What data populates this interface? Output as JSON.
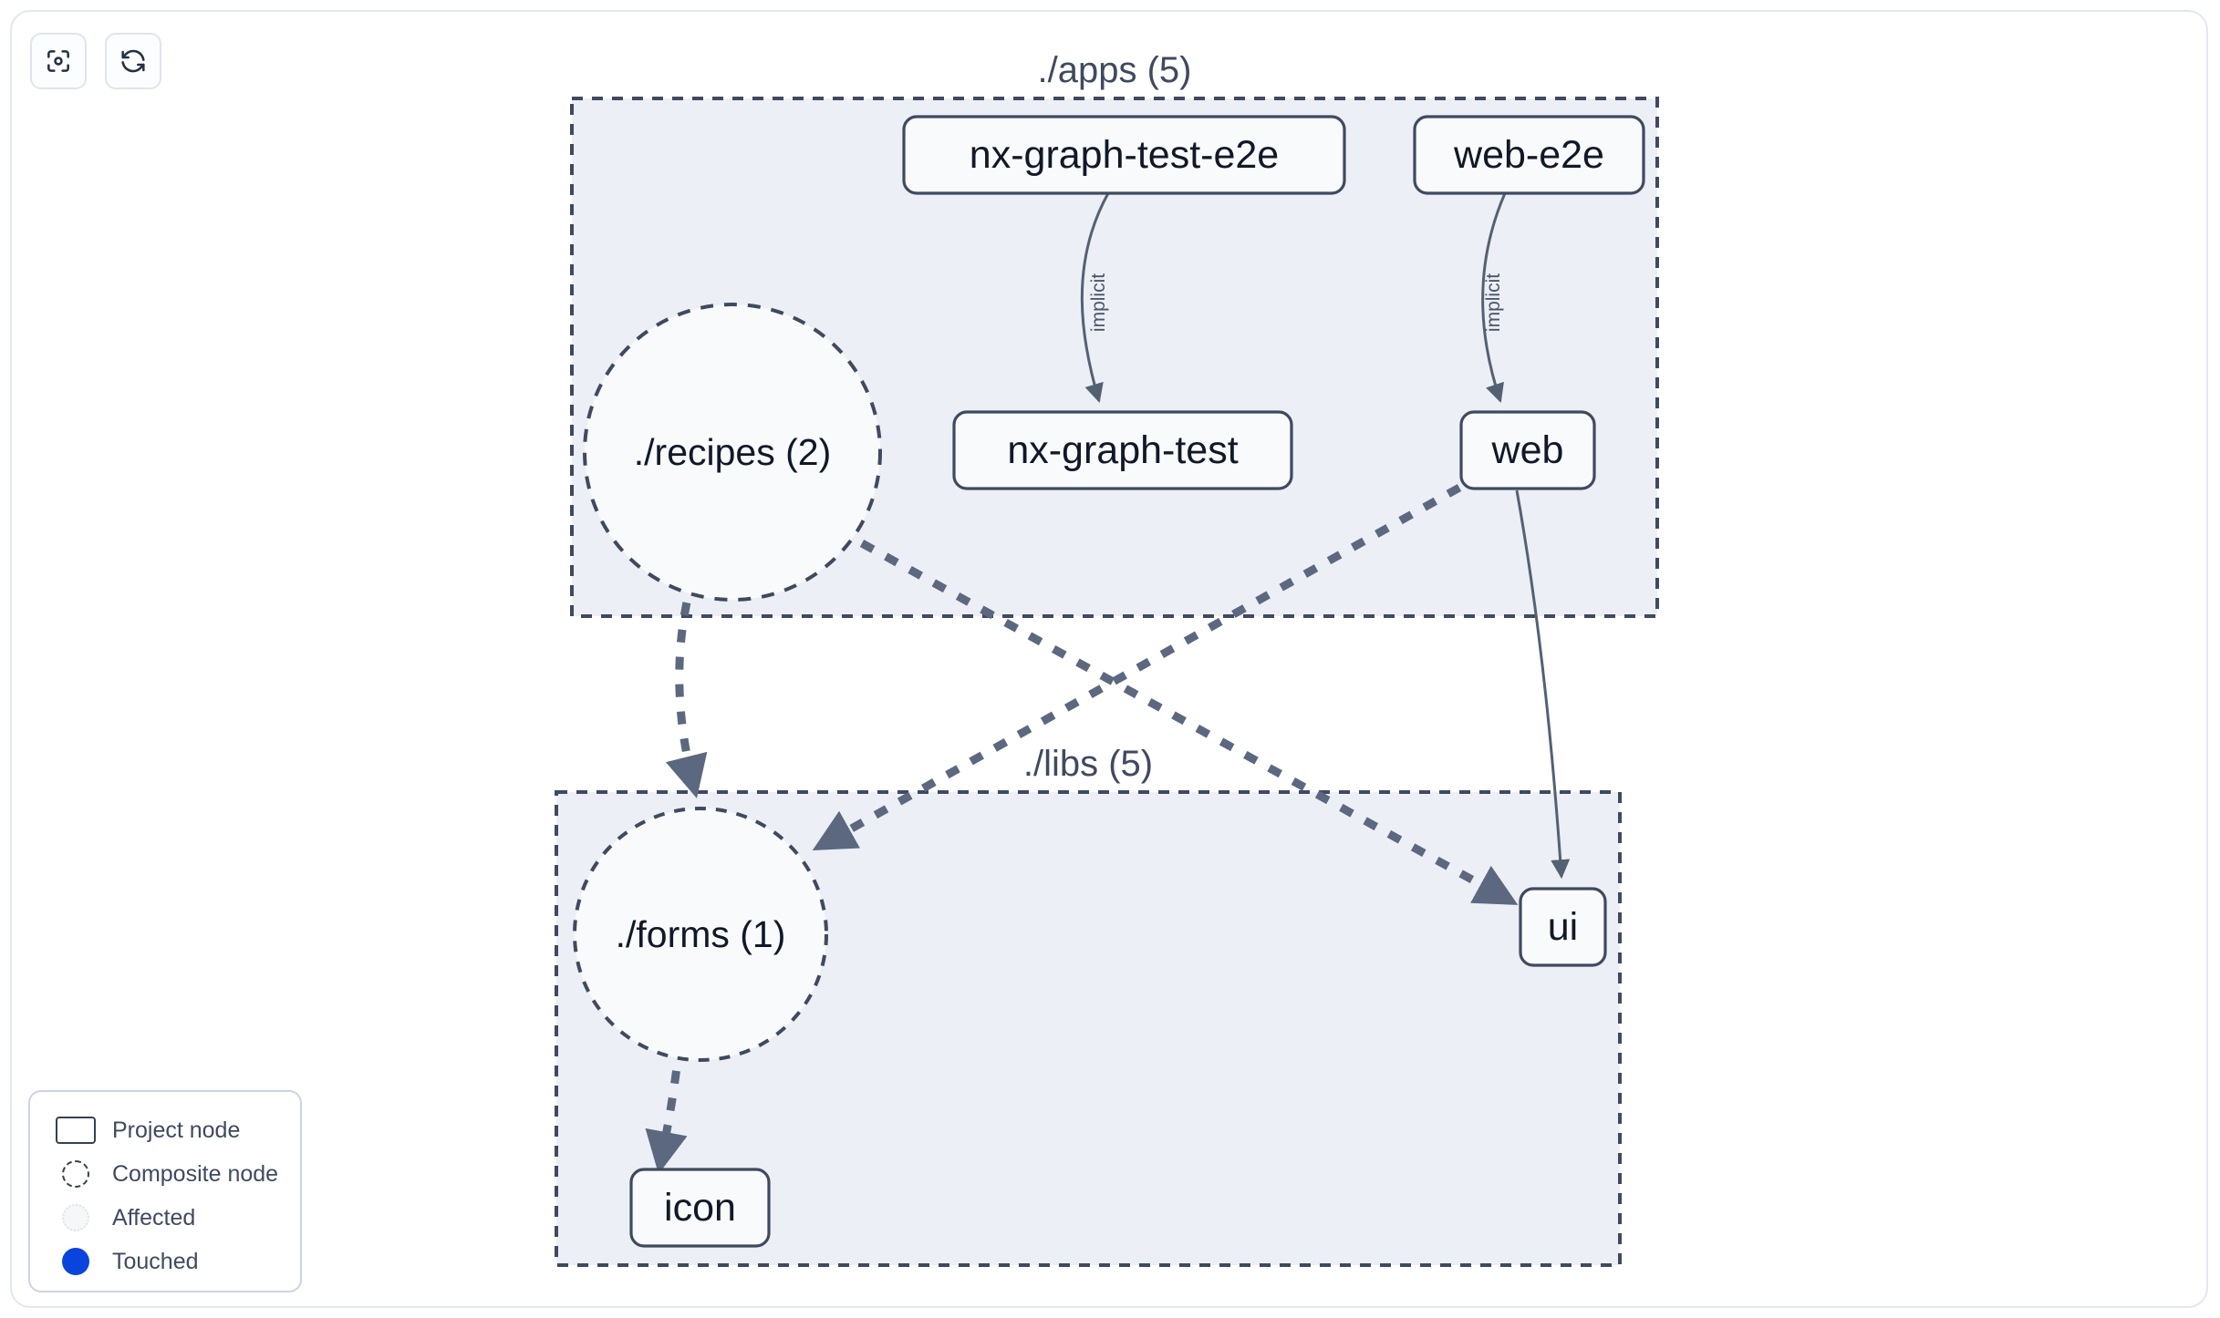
{
  "toolbar": {
    "buttons": [
      {
        "name": "focus-graph-button",
        "icon": "focus-target-icon",
        "label": ""
      },
      {
        "name": "refresh-graph-button",
        "icon": "refresh-icon",
        "label": ""
      }
    ]
  },
  "graph": {
    "groups": [
      {
        "id": "apps",
        "label": "./apps (5)"
      },
      {
        "id": "libs",
        "label": "./libs (5)"
      }
    ],
    "nodes": [
      {
        "id": "nx-graph-test-e2e",
        "label": "nx-graph-test-e2e",
        "type": "project",
        "group": "apps"
      },
      {
        "id": "web-e2e",
        "label": "web-e2e",
        "type": "project",
        "group": "apps"
      },
      {
        "id": "recipes",
        "label": "./recipes (2)",
        "type": "composite",
        "group": "apps"
      },
      {
        "id": "nx-graph-test",
        "label": "nx-graph-test",
        "type": "project",
        "group": "apps"
      },
      {
        "id": "web",
        "label": "web",
        "type": "project",
        "group": "apps"
      },
      {
        "id": "forms",
        "label": "./forms (1)",
        "type": "composite",
        "group": "libs"
      },
      {
        "id": "ui",
        "label": "ui",
        "type": "project",
        "group": "libs"
      },
      {
        "id": "icon",
        "label": "icon",
        "type": "project",
        "group": "libs"
      }
    ],
    "edges": [
      {
        "from": "nx-graph-test-e2e",
        "to": "nx-graph-test",
        "label": "implicit",
        "style": "solid"
      },
      {
        "from": "web-e2e",
        "to": "web",
        "label": "implicit",
        "style": "solid"
      },
      {
        "from": "web",
        "to": "ui",
        "label": "",
        "style": "solid"
      },
      {
        "from": "recipes",
        "to": "forms",
        "label": "",
        "style": "dashed"
      },
      {
        "from": "recipes",
        "to": "ui",
        "label": "",
        "style": "dashed"
      },
      {
        "from": "web",
        "to": "forms",
        "label": "",
        "style": "dashed"
      },
      {
        "from": "forms",
        "to": "icon",
        "label": "",
        "style": "dashed"
      }
    ]
  },
  "legend": {
    "items": [
      {
        "label": "Project node",
        "swatch": "rect-outline"
      },
      {
        "label": "Composite node",
        "swatch": "dashed-circle"
      },
      {
        "label": "Affected",
        "swatch": "dotted-circle"
      },
      {
        "label": "Touched",
        "swatch": "filled-circle"
      }
    ]
  },
  "colors": {
    "group_fill": "#eceff5",
    "group_border": "#3f4a5f",
    "node_fill": "#f8fafc",
    "node_border": "#3f4a5f",
    "edge": "#546173",
    "touched": "#0b43dd",
    "text": "#111827"
  }
}
